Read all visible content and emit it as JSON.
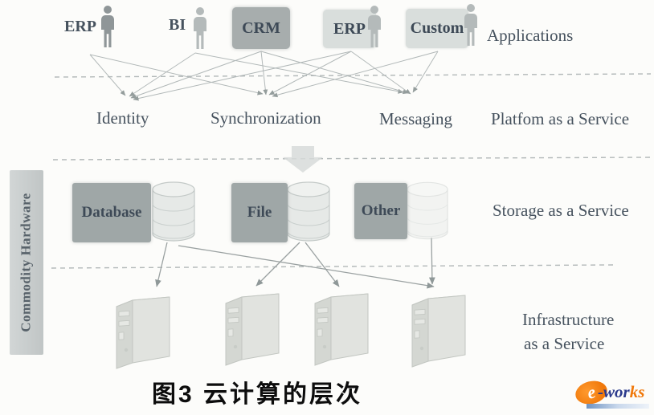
{
  "caption": "图3 云计算的层次",
  "sidebar_label": "Commodity Hardware",
  "apps": {
    "layer_label": "Applications",
    "erp1": "ERP",
    "bi": "BI",
    "crm": "CRM",
    "erp2": "ERP",
    "custom": "Custom"
  },
  "paas": {
    "layer_label": "Platfom as a Service",
    "identity": "Identity",
    "synchronization": "Synchronization",
    "messaging": "Messaging"
  },
  "storage": {
    "layer_label": "Storage as a Service",
    "database": "Database",
    "file": "File",
    "other": "Other"
  },
  "iaas": {
    "label_line1": "Infrastructure",
    "label_line2": "as a Service"
  },
  "logo": {
    "letter": "e",
    "dark": "-wor",
    "accent": "ks"
  },
  "colors": {
    "box_dark": "#a7adad",
    "box_light": "#d9dedc",
    "storage_box": "#9fa7a7",
    "diagram_text": "#46525e",
    "line": "#a9b0b0",
    "logo_orange": "#f0780a",
    "logo_navy": "#2b3a8c"
  }
}
